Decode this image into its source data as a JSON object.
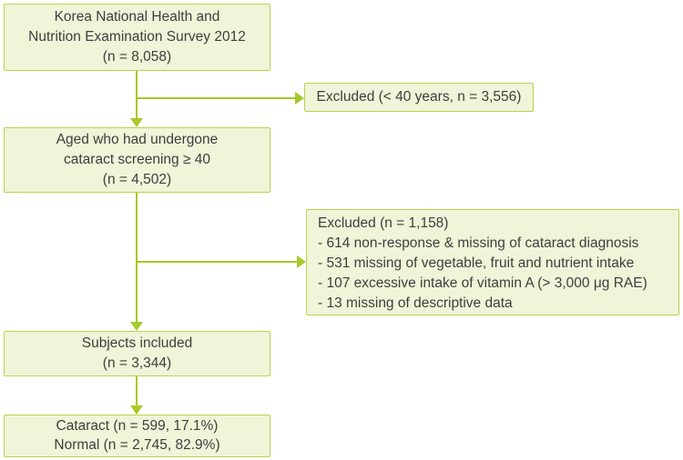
{
  "figure": {
    "type": "flowchart",
    "colors": {
      "background": "#ffffff",
      "box_fill": "#f0f4d8",
      "box_border": "#bdd04d",
      "arrow": "#a6ca29",
      "text": "#3d3f3e"
    },
    "boxes": {
      "survey": {
        "lines": [
          "Korea National Health and",
          "Nutrition Examination Survey 2012",
          "(n = 8,058)"
        ]
      },
      "excluded_age": {
        "lines": [
          "Excluded (< 40 years, n = 3,556)"
        ]
      },
      "screened": {
        "lines": [
          "Aged who had undergone",
          "cataract screening ≥ 40",
          "(n = 4,502)"
        ]
      },
      "excluded_other": {
        "lines": [
          "Excluded (n = 1,158)",
          "- 614 non-response & missing of cataract diagnosis",
          "- 531 missing of vegetable, fruit and nutrient intake",
          "- 107 excessive intake of vitamin A (> 3,000 μg RAE)",
          "- 13 missing of descriptive data"
        ]
      },
      "included": {
        "lines": [
          "Subjects included",
          "(n = 3,344)"
        ]
      },
      "outcome": {
        "lines": [
          "Cataract (n = 599, 17.1%)",
          "Normal (n = 2,745, 82.9%)"
        ]
      }
    }
  }
}
